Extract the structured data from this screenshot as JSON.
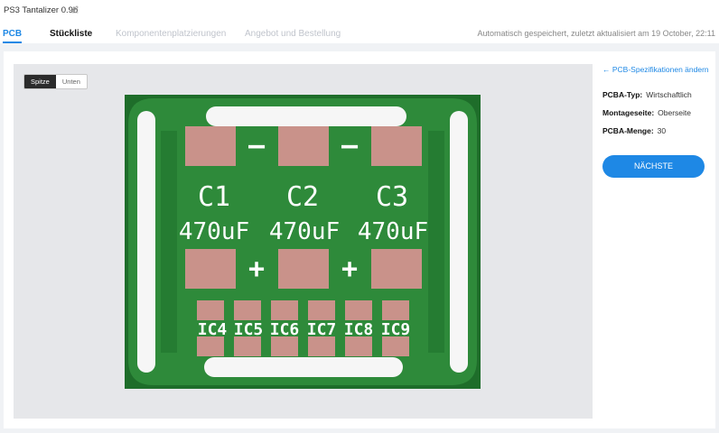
{
  "header": {
    "title": "PS3 Tantalizer 0.9b",
    "autosave": "Automatisch gespeichert, zuletzt aktualisiert am 19 October, 22:11"
  },
  "tabs": [
    {
      "label": "PCB"
    },
    {
      "label": "Stückliste"
    },
    {
      "label": "Komponentenplatzierungen"
    },
    {
      "label": "Angebot und Bestellung"
    }
  ],
  "view_toggle": {
    "top": "Spitze",
    "bottom": "Unten",
    "selected": "Spitze"
  },
  "board": {
    "labels": {
      "c1": "C1",
      "c2": "C2",
      "c3": "C3",
      "c1_val": "470uF",
      "c2_val": "470uF",
      "c3_val": "470uF",
      "minus": "–",
      "plus": "+",
      "ic4": "IC4",
      "ic5": "IC5",
      "ic6": "IC6",
      "ic7": "IC7",
      "ic8": "IC8",
      "ic9": "IC9"
    },
    "colors": {
      "substrate": "#1e6d2a",
      "mask": "#2e8a3a",
      "pad": "#c9928a",
      "silk": "#ffffff"
    }
  },
  "sidebar": {
    "change_link": "← PCB-Spezifikationen ändern",
    "specs": [
      {
        "label": "PCBA-Typ:",
        "value": "Wirtschaftlich"
      },
      {
        "label": "Montageseite:",
        "value": "Oberseite"
      },
      {
        "label": "PCBA-Menge:",
        "value": "30"
      }
    ],
    "next_button": "NÄCHSTE"
  },
  "colors": {
    "accent": "#1e88e5"
  }
}
